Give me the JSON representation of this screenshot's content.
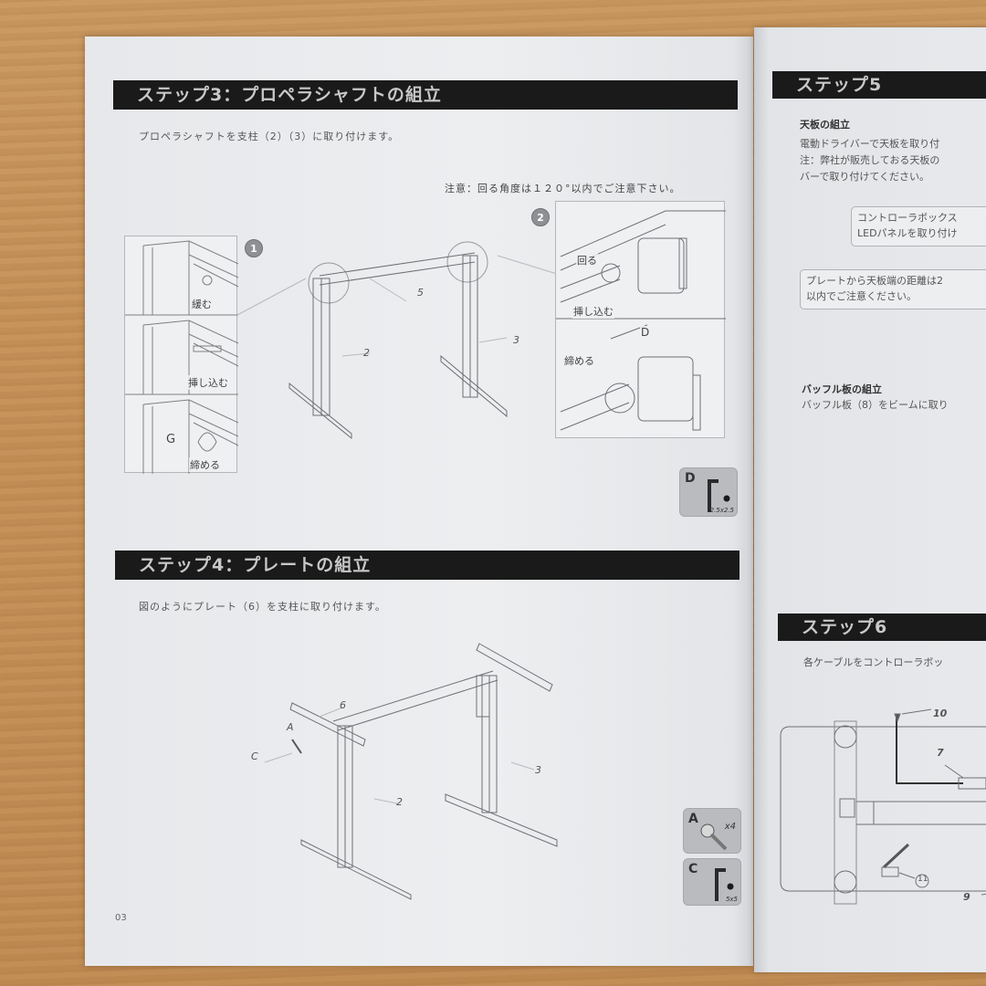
{
  "left_page": {
    "page_number": "03",
    "step3": {
      "title": "ステップ3：プロペラシャフトの組立",
      "description": "プロペラシャフトを支柱（2）（3）に取り付けます。",
      "note": "注意：回る角度は１２０°以内でご注意下さい。",
      "detail1": {
        "badge": "1",
        "labels": [
          "緩む",
          "挿し込む",
          "締める"
        ],
        "bolt_label": "G"
      },
      "detail2": {
        "badge": "2",
        "labels": [
          "回る",
          "挿し込む",
          "締める"
        ],
        "tool_label": "D"
      },
      "callouts": [
        "5",
        "2",
        "3"
      ],
      "tool": {
        "letter": "D",
        "size": "2.5x2.5",
        "icon": "hex-key-icon"
      }
    },
    "step4": {
      "title": "ステップ4：プレートの組立",
      "description": "図のようにプレート（6）を支柱に取り付けます。",
      "callouts": [
        "6",
        "A",
        "C",
        "2",
        "3"
      ],
      "tools": [
        {
          "letter": "A",
          "qty": "x4",
          "icon": "screw-icon"
        },
        {
          "letter": "C",
          "size": "5x5",
          "icon": "hex-key-icon"
        }
      ]
    }
  },
  "right_page": {
    "step5": {
      "title": "ステップ5",
      "section1_heading": "天板の組立",
      "section1_lines": [
        "電動ドライバーで天板を取り付",
        "注：弊社が販売しておる天板の",
        "バーで取り付けてください。"
      ],
      "box1_lines": [
        "コントローラボックス",
        "LEDパネルを取り付け"
      ],
      "box2_lines": [
        "プレートから天板端の距離は2",
        "以内でご注意ください。"
      ],
      "section2_heading": "バッフル板の組立",
      "section2_line": "バッフル板（8）をビームに取り"
    },
    "step6": {
      "title": "ステップ6",
      "description": "各ケーブルをコントローラボッ",
      "callouts": [
        "10",
        "7",
        "11",
        "9"
      ]
    }
  }
}
